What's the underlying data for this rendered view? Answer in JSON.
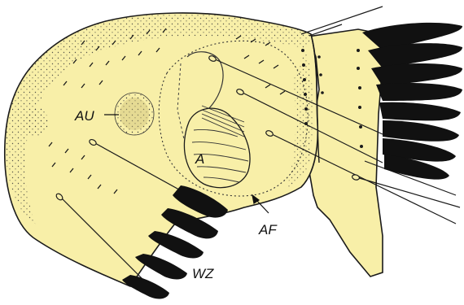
{
  "labels": {
    "au": "AU",
    "a": "A",
    "af": "AF",
    "wz": "WZ"
  },
  "colors": {
    "body_fill": "#f8efa8",
    "outline": "#1a1a1a",
    "spine": "#111111",
    "background": "#ffffff"
  }
}
